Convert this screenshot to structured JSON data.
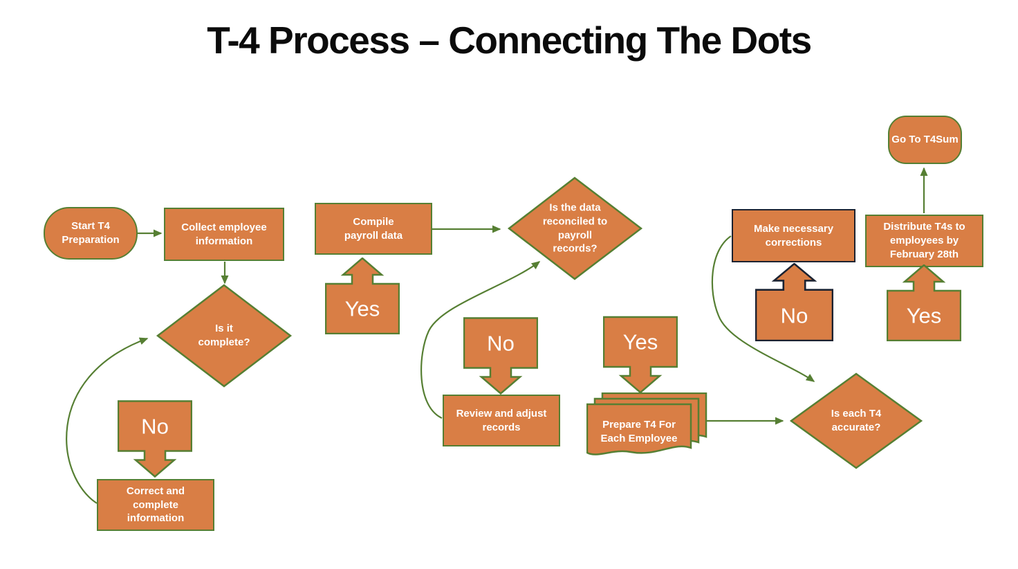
{
  "title": "T-4 Process – Connecting The Dots",
  "colors": {
    "shape_fill": "#D97E45",
    "shape_border_green": "#567F33",
    "shape_border_dark": "#1B2231",
    "connector": "#567F33",
    "shape_text": "#FFFFFF",
    "title_text": "#0B0B0B",
    "background": "#FFFFFF"
  },
  "nodes": {
    "start": {
      "label": "Start T4 Preparation",
      "shape": "stadium"
    },
    "collect": {
      "label": "Collect employee information",
      "shape": "rectangle"
    },
    "is_complete": {
      "label": "Is it complete?",
      "shape": "diamond"
    },
    "no1": {
      "label": "No",
      "shape": "down-arrow"
    },
    "correct": {
      "label": "Correct and complete information",
      "shape": "rectangle"
    },
    "compile": {
      "label": "Compile payroll data",
      "shape": "rectangle"
    },
    "yes1": {
      "label": "Yes",
      "shape": "up-arrow"
    },
    "reconciled": {
      "label": "Is the data reconciled to payroll records?",
      "shape": "diamond"
    },
    "no2": {
      "label": "No",
      "shape": "down-arrow"
    },
    "review": {
      "label": "Review and adjust records",
      "shape": "rectangle"
    },
    "yes2": {
      "label": "Yes",
      "shape": "down-arrow"
    },
    "prepare": {
      "label": "Prepare T4 For Each Employee",
      "shape": "multi-document"
    },
    "accurate": {
      "label": "Is each T4 accurate?",
      "shape": "diamond"
    },
    "corrections": {
      "label": "Make necessary corrections",
      "shape": "rectangle-dark-border"
    },
    "no3": {
      "label": "No",
      "shape": "up-arrow-dark-border"
    },
    "distribute": {
      "label": "Distribute T4s to employees by February 28th",
      "shape": "rectangle"
    },
    "yes3": {
      "label": "Yes",
      "shape": "up-arrow"
    },
    "goto_t4sum": {
      "label": "Go To T4Sum",
      "shape": "stadium"
    }
  },
  "edges": [
    {
      "from": "start",
      "to": "collect"
    },
    {
      "from": "collect",
      "to": "is_complete"
    },
    {
      "from": "correct",
      "to": "is_complete"
    },
    {
      "from": "compile",
      "to": "reconciled"
    },
    {
      "from": "review",
      "to": "reconciled"
    },
    {
      "from": "prepare",
      "to": "accurate"
    },
    {
      "from": "corrections",
      "to": "accurate"
    },
    {
      "from": "distribute",
      "to": "goto_t4sum"
    }
  ]
}
